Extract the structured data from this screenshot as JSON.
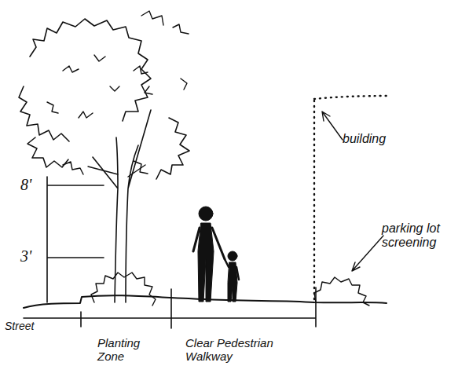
{
  "diagram": {
    "labels": [
      "8'",
      "3'",
      "Street",
      "Planting Zone",
      "Clear Pedestrian Walkway",
      "building",
      "parking lot screening"
    ]
  }
}
